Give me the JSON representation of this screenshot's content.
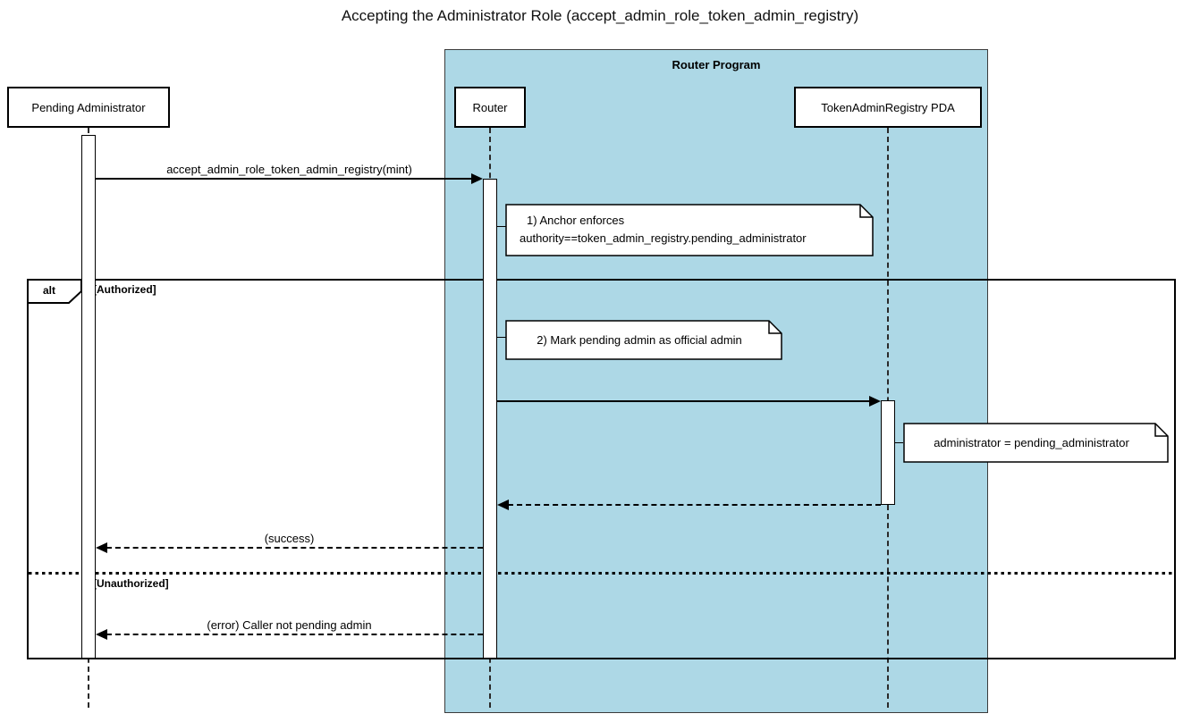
{
  "title": "Accepting the Administrator Role (accept_admin_role_token_admin_registry)",
  "colors": {
    "program_background": "#ADD8E6",
    "note_background": "#FFFFFF",
    "line_color": "#000000"
  },
  "program_group": {
    "label": "Router Program"
  },
  "participants": [
    {
      "id": "pending_admin",
      "label": "Pending Administrator"
    },
    {
      "id": "router",
      "label": "Router"
    },
    {
      "id": "token_admin_registry",
      "label": "TokenAdminRegistry PDA"
    }
  ],
  "messages": [
    {
      "from": "pending_admin",
      "to": "router",
      "label": "accept_admin_role_token_admin_registry(mint)",
      "style": "solid"
    },
    {
      "from": "router",
      "to": "token_admin_registry",
      "label": "",
      "style": "solid"
    },
    {
      "from": "token_admin_registry",
      "to": "router",
      "label": "",
      "style": "dashed"
    },
    {
      "from": "router",
      "to": "pending_admin",
      "label": "(success)",
      "style": "dashed"
    },
    {
      "from": "router",
      "to": "pending_admin",
      "label": "(error) Caller not pending admin",
      "style": "dashed"
    }
  ],
  "notes": [
    {
      "lines": [
        "1) Anchor enforces",
        "authority==token_admin_registry.pending_administrator"
      ]
    },
    {
      "lines": [
        "2) Mark pending admin as official admin"
      ]
    },
    {
      "lines": [
        "administrator = pending_administrator"
      ]
    }
  ],
  "alt_frame": {
    "operator": "alt",
    "guards": [
      "[Authorized]",
      "[Unauthorized]"
    ]
  }
}
